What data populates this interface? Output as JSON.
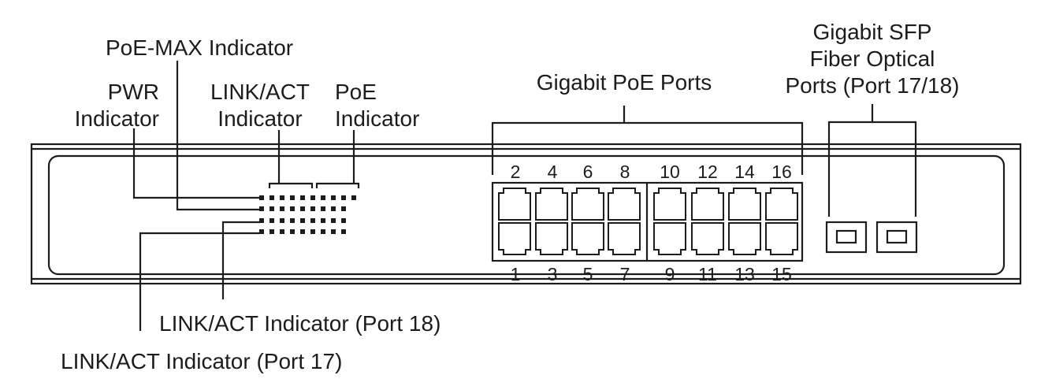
{
  "labels": {
    "poe_max": "PoE-MAX Indicator",
    "pwr_line1": "PWR",
    "pwr_line2": "Indicator",
    "linkact_line1": "LINK/ACT",
    "linkact_line2": "Indicator",
    "poe_line1": "PoE",
    "poe_line2": "Indicator",
    "gigabit_poe_ports": "Gigabit PoE Ports",
    "sfp_line1": "Gigabit SFP",
    "sfp_line2": "Fiber Optical",
    "sfp_line3": "Ports (Port 17/18)",
    "link_act_port18": "LINK/ACT Indicator (Port 18)",
    "link_act_port17": "LINK/ACT Indicator (Port 17)"
  },
  "port_numbers": {
    "top": [
      "2",
      "4",
      "6",
      "8",
      "10",
      "12",
      "14",
      "16"
    ],
    "bottom": [
      "1",
      "3",
      "5",
      "7",
      "9",
      "11",
      "13",
      "15"
    ]
  },
  "colors": {
    "line": "#1c1c1c",
    "background": "#ffffff"
  }
}
